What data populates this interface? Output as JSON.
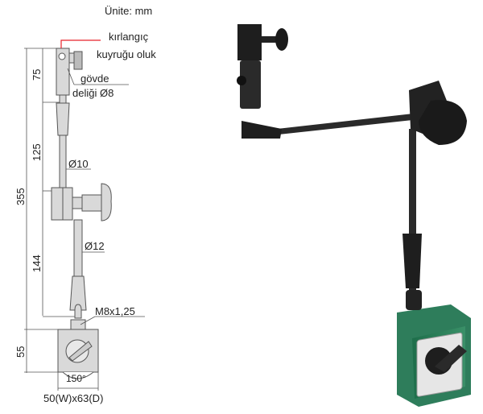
{
  "drawing": {
    "unit": "Ünite: mm",
    "dovetail_label_1": "kırlangıç",
    "dovetail_label_2": "kuyruğu oluk",
    "bore_label_1": "gövde",
    "bore_label_2": "deliği Ø8",
    "dim_total": "355",
    "dim_top": "75",
    "dim_mid": "125",
    "dim_lower": "144",
    "dim_base": "55",
    "rod_upper": "Ø10",
    "rod_lower": "Ø12",
    "thread": "M8x1,25",
    "angle": "150°",
    "base_size": "50(W)x63(D)"
  },
  "colors": {
    "leader": "#e8232a",
    "base_green": "#2e7d5b",
    "arm_black": "#1e1e1e"
  }
}
